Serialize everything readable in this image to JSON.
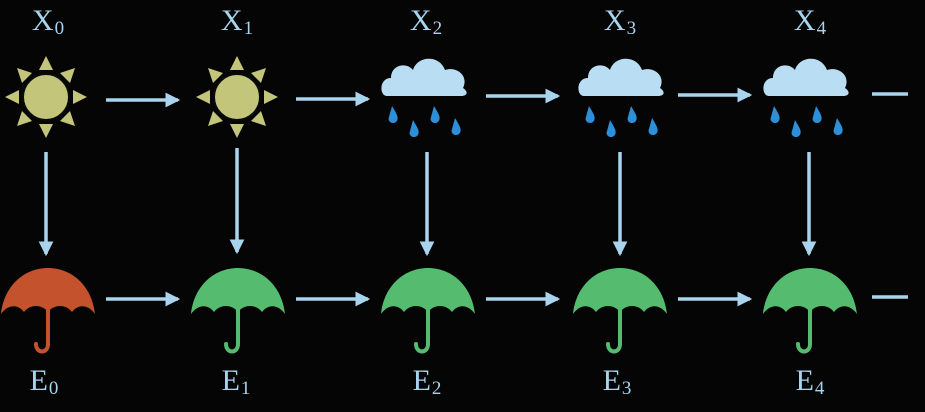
{
  "states": [
    {
      "letter": "X",
      "index": "0",
      "weather": "sun"
    },
    {
      "letter": "X",
      "index": "1",
      "weather": "sun"
    },
    {
      "letter": "X",
      "index": "2",
      "weather": "rain"
    },
    {
      "letter": "X",
      "index": "3",
      "weather": "rain"
    },
    {
      "letter": "X",
      "index": "4",
      "weather": "rain"
    }
  ],
  "evidence": [
    {
      "letter": "E",
      "index": "0",
      "umbrella": "red-umbrella"
    },
    {
      "letter": "E",
      "index": "1",
      "umbrella": "green-umbrella"
    },
    {
      "letter": "E",
      "index": "2",
      "umbrella": "green-umbrella"
    },
    {
      "letter": "E",
      "index": "3",
      "umbrella": "green-umbrella"
    },
    {
      "letter": "E",
      "index": "4",
      "umbrella": "green-umbrella"
    }
  ],
  "icons": {
    "sun": "sun-icon",
    "rain": "rain-cloud-icon",
    "umbrella": "umbrella-icon",
    "arrow": "arrow-icon"
  },
  "colors": {
    "background": "#050505",
    "label": "#a9d4ee",
    "arrow": "#a9d4ee",
    "sun_fill": "#c3c57a",
    "cloud_fill": "#b9def4",
    "raindrop": "#2c8fd8",
    "umbrella_red": "#c4532d",
    "umbrella_green": "#55bb6e"
  }
}
